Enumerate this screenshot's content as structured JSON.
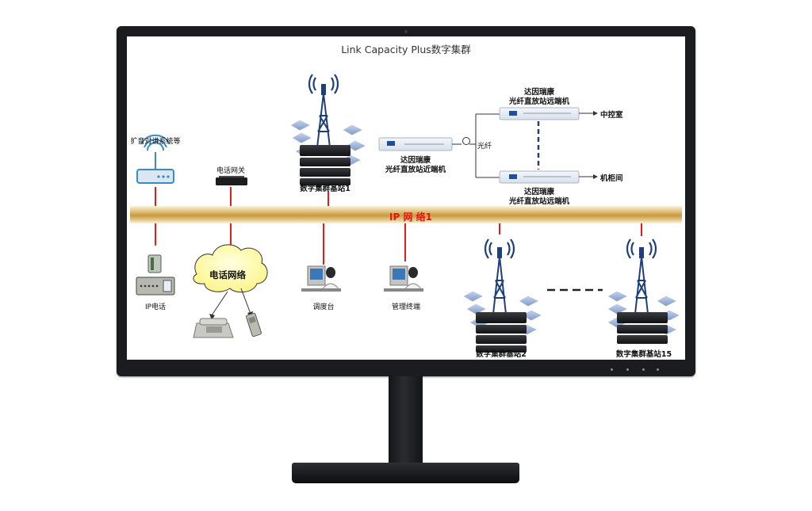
{
  "diagram": {
    "title": "Link Capacity Plus数字集群",
    "bus_label": "IP 网 络1",
    "cloud_label": "电话网络",
    "labels": {
      "broadcast_system": "扩音对讲系统等",
      "phone_gateway": "电话网关",
      "base_station_1": "数字集群基站1",
      "near_end_brand": "达因瑞康",
      "near_end_name": "光纤直放站近端机",
      "fiber": "光纤",
      "remote_top_brand": "达因瑞康",
      "remote_top_name": "光纤直放站远端机",
      "remote_bottom_brand": "达因瑞康",
      "remote_bottom_name": "光纤直放站远端机",
      "central_control": "中控室",
      "cabinet_room": "机柜间",
      "ip_phone": "IP电话",
      "dispatch_console": "调度台",
      "management_terminal": "管理终端",
      "base_station_2": "数字集群基站2",
      "base_station_15": "数字集群基站15"
    },
    "colors": {
      "link_line": "#e51c1c",
      "bus_gold": "#c9a24a",
      "bus_text": "#e11111",
      "device_dark": "#1d1d1f",
      "hex_blue": "#9fb6dc"
    }
  },
  "stand": {}
}
